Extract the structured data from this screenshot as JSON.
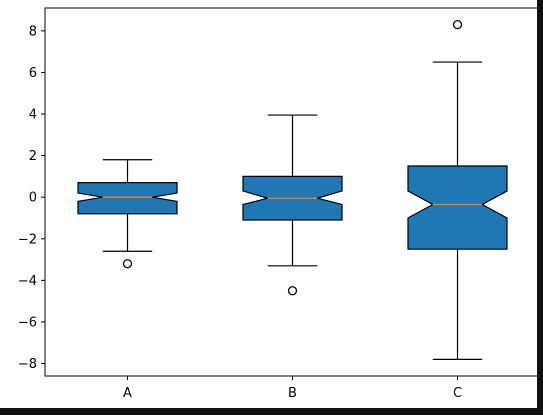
{
  "chart_data": {
    "type": "boxplot",
    "notched": true,
    "categories": [
      "A",
      "B",
      "C"
    ],
    "ylim": [
      -8.6,
      9.1
    ],
    "yticks": [
      -8,
      -6,
      -4,
      -2,
      0,
      2,
      4,
      6,
      8
    ],
    "ytick_labels": [
      "−8",
      "−6",
      "−4",
      "−2",
      "0",
      "2",
      "4",
      "6",
      "8"
    ],
    "box_color": "#1f77b4",
    "median_color": "#ff7f0e",
    "boxes": [
      {
        "label": "A",
        "whisker_low": -2.6,
        "q1": -0.8,
        "notch_low": -0.2,
        "median": 0.0,
        "notch_high": 0.2,
        "q3": 0.7,
        "whisker_high": 1.8,
        "fliers": [
          -3.2
        ]
      },
      {
        "label": "B",
        "whisker_low": -3.3,
        "q1": -1.1,
        "notch_low": -0.35,
        "median": -0.05,
        "notch_high": 0.3,
        "q3": 1.0,
        "whisker_high": 3.95,
        "fliers": [
          -4.5
        ]
      },
      {
        "label": "C",
        "whisker_low": -7.8,
        "q1": -2.5,
        "notch_low": -1.0,
        "median": -0.35,
        "notch_high": 0.3,
        "q3": 1.5,
        "whisker_high": 6.5,
        "fliers": [
          8.3
        ]
      }
    ],
    "grid": false,
    "legend": "none"
  }
}
